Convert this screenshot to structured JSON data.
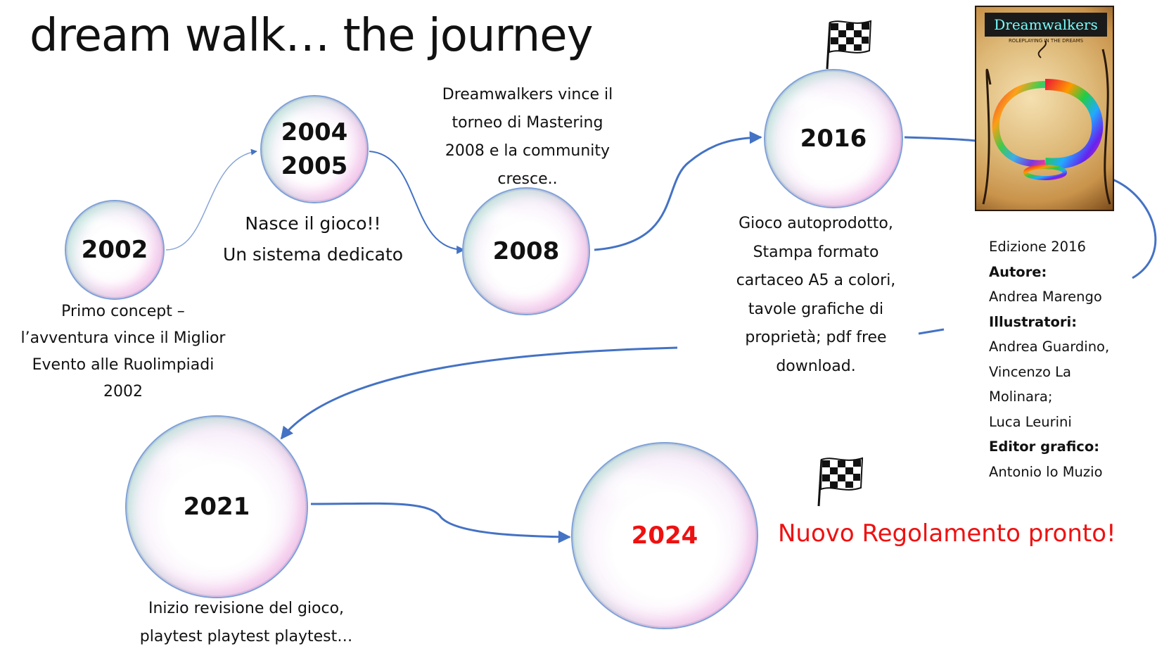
{
  "title": "dream walk… the journey",
  "milestones": [
    {
      "year": "2002",
      "caption": "Primo concept –\nl’avventura vince il Miglior\nEvento alle Ruolimpiadi\n2002"
    },
    {
      "year": "2004\n2005",
      "caption": "Nasce il gioco!!\nUn sistema dedicato"
    },
    {
      "year": "2008",
      "caption": "Dreamwalkers vince il\ntorneo di Mastering\n2008 e la community\ncresce.."
    },
    {
      "year": "2016",
      "caption": "Gioco autoprodotto,\nStampa formato\ncartaceo A5 a colori,\ntavole grafiche di\nproprietà; pdf free\ndownload."
    },
    {
      "year": "2021",
      "caption": "Inizio revisione del gioco,\nplaytest playtest playtest…"
    },
    {
      "year": "2024",
      "caption": ""
    }
  ],
  "book": {
    "title": "Dreamwalkers",
    "subtitle": "ROLEPLAYING IN THE DREAMS"
  },
  "credits": {
    "edition": "Edizione 2016",
    "author_label": "Autore:",
    "author": "Andrea Marengo",
    "illustrators_label": "Illustratori:",
    "illustrators": [
      "Andrea Guardino,",
      "Vincenzo La",
      "Molinara;",
      "Luca Leurini"
    ],
    "editor_label": "Editor grafico:",
    "editor": "Antonio lo Muzio"
  },
  "tagline": "Nuovo Regolamento pronto!",
  "colors": {
    "connector": "#4472c4",
    "highlight": "#ee1111"
  },
  "icons": [
    "checkered-flag-icon",
    "checkered-flag-icon"
  ]
}
